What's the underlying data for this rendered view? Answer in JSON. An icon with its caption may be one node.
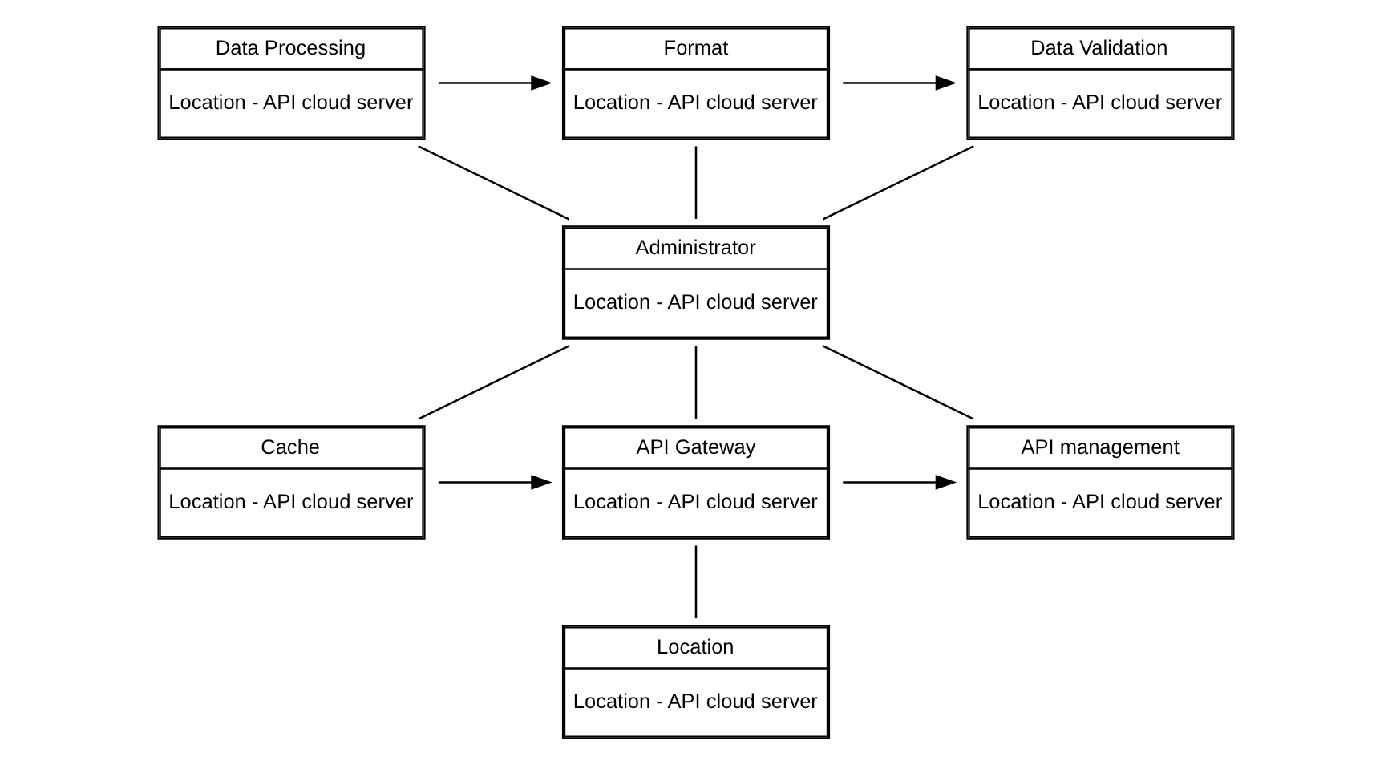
{
  "diagram": {
    "nodes": [
      {
        "text": [
          "Data Processing",
          "Location - API cloud server"
        ]
      },
      {
        "text": [
          "Format",
          "Location - API cloud server"
        ]
      },
      {
        "text": [
          "Data Validation",
          "Location - API cloud server"
        ]
      },
      {
        "text": [
          "Administrator",
          "Location - API cloud server"
        ]
      },
      {
        "text": [
          "Cache",
          "Location - API cloud server"
        ]
      },
      {
        "text": [
          "API Gateway",
          "Location - API cloud server"
        ]
      },
      {
        "text": [
          "API management",
          "Location - API cloud server"
        ]
      },
      {
        "text": [
          "Location",
          "Location - API cloud server"
        ]
      }
    ],
    "edges": [
      {
        "from": 0,
        "to": 1,
        "arrow": "to"
      },
      {
        "from": 1,
        "to": 2,
        "arrow": "to"
      },
      {
        "from": 0,
        "to": 3,
        "arrow": "none"
      },
      {
        "from": 1,
        "to": 3,
        "arrow": "none"
      },
      {
        "from": 2,
        "to": 3,
        "arrow": "none"
      },
      {
        "from": 3,
        "to": 4,
        "arrow": "none"
      },
      {
        "from": 3,
        "to": 5,
        "arrow": "none"
      },
      {
        "from": 3,
        "to": 6,
        "arrow": "none"
      },
      {
        "from": 4,
        "to": 5,
        "arrow": "to"
      },
      {
        "from": 5,
        "to": 6,
        "arrow": "to"
      },
      {
        "from": 5,
        "to": 7,
        "arrow": "none"
      }
    ]
  }
}
